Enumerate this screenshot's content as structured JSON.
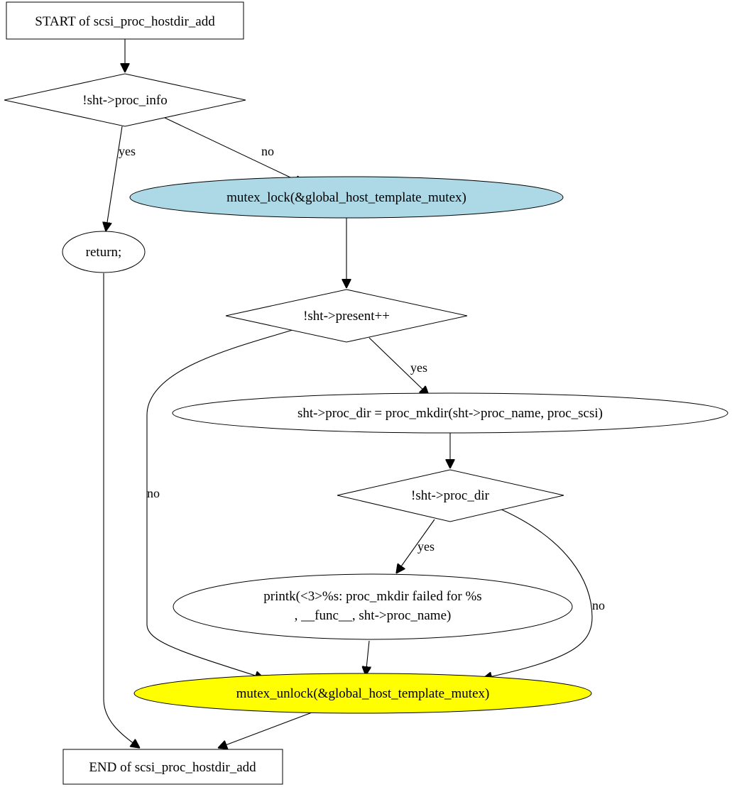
{
  "diagram": {
    "colors": {
      "default_fill": "#ffffff",
      "lock_fill": "#add8e6",
      "unlock_fill": "#ffff00",
      "stroke": "#000000"
    },
    "nodes": {
      "start": {
        "label": "START of scsi_proc_hostdir_add"
      },
      "cond_proc_info": {
        "label": "!sht->proc_info"
      },
      "ret": {
        "label": "return;"
      },
      "lock": {
        "label": "mutex_lock(&global_host_template_mutex)"
      },
      "cond_present": {
        "label": "!sht->present++"
      },
      "mkdir": {
        "label": "sht->proc_dir = proc_mkdir(sht->proc_name, proc_scsi)"
      },
      "cond_proc_dir": {
        "label": "!sht->proc_dir"
      },
      "printk": {
        "line1": "printk(<3>%s: proc_mkdir failed for %s",
        "line2": ", __func__, sht->proc_name)"
      },
      "unlock": {
        "label": "mutex_unlock(&global_host_template_mutex)"
      },
      "end": {
        "label": "END of scsi_proc_hostdir_add"
      }
    },
    "edge_labels": {
      "proc_info_yes": "yes",
      "proc_info_no": "no",
      "present_yes": "yes",
      "present_no": "no",
      "proc_dir_yes": "yes",
      "proc_dir_no": "no"
    }
  }
}
